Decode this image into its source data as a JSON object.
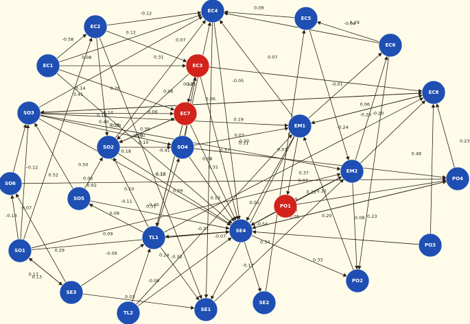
{
  "colors": {
    "background": "#fefce8",
    "node_default": "#1f4fb2",
    "node_highlight": "#d2231c",
    "edge": "#2b2118",
    "node_text": "#ffffff"
  },
  "nodes": [
    {
      "id": "EC4",
      "label": "EC4",
      "color": "blue"
    },
    {
      "id": "EC5",
      "label": "EC5",
      "color": "blue"
    },
    {
      "id": "EC2",
      "label": "EC2",
      "color": "blue"
    },
    {
      "id": "EC6",
      "label": "EC6",
      "color": "blue"
    },
    {
      "id": "EC1",
      "label": "EC1",
      "color": "blue"
    },
    {
      "id": "EC3",
      "label": "EC3",
      "color": "red"
    },
    {
      "id": "EC8",
      "label": "EC8",
      "color": "blue"
    },
    {
      "id": "EC7",
      "label": "EC7",
      "color": "red"
    },
    {
      "id": "SO3",
      "label": "SO3",
      "color": "blue"
    },
    {
      "id": "EM1",
      "label": "EM1",
      "color": "blue"
    },
    {
      "id": "SO2",
      "label": "SO2",
      "color": "blue"
    },
    {
      "id": "SO4",
      "label": "SO4",
      "color": "blue"
    },
    {
      "id": "EM2",
      "label": "EM2",
      "color": "blue"
    },
    {
      "id": "SO6",
      "label": "SO6",
      "color": "blue"
    },
    {
      "id": "PO4",
      "label": "PO4",
      "color": "blue"
    },
    {
      "id": "SO5",
      "label": "SO5",
      "color": "blue"
    },
    {
      "id": "PO1",
      "label": "PO1",
      "color": "red"
    },
    {
      "id": "SE4",
      "label": "SE4",
      "color": "blue"
    },
    {
      "id": "TL1",
      "label": "TL1",
      "color": "blue"
    },
    {
      "id": "SO1",
      "label": "SO1",
      "color": "blue"
    },
    {
      "id": "PO3",
      "label": "PO3",
      "color": "blue"
    },
    {
      "id": "PO2",
      "label": "PO2",
      "color": "blue"
    },
    {
      "id": "SE3",
      "label": "SE3",
      "color": "blue"
    },
    {
      "id": "SE2",
      "label": "SE2",
      "color": "blue"
    },
    {
      "id": "SE1",
      "label": "SE1",
      "color": "blue"
    },
    {
      "id": "TL2",
      "label": "TL2",
      "color": "blue"
    }
  ],
  "edges": [
    {
      "from": "EC2",
      "to": "EC4",
      "label": "-0.12"
    },
    {
      "from": "EC5",
      "to": "EC4",
      "label": "0.09"
    },
    {
      "from": "EC6",
      "to": "EC5",
      "label": "-0.04"
    },
    {
      "from": "EC1",
      "to": "EC2",
      "label": "-0.58"
    },
    {
      "from": "EC2",
      "to": "EC3",
      "label": "0.12"
    },
    {
      "from": "EC1",
      "to": "EC4",
      "label": "0.52"
    },
    {
      "from": "EC1",
      "to": "EC3",
      "label": "0.08"
    },
    {
      "from": "EC2",
      "to": "SO2",
      "label": "0.26"
    },
    {
      "from": "EC6",
      "to": "EC4",
      "label": "0.29"
    },
    {
      "from": "EC3",
      "to": "SE4",
      "label": "0.06"
    },
    {
      "from": "EC3",
      "to": "EC8",
      "label": "0.07"
    },
    {
      "from": "SO3",
      "to": "EC4",
      "label": "0.07"
    },
    {
      "from": "EM1",
      "to": "EC6",
      "label": "-0.01"
    },
    {
      "from": "EC8",
      "to": "SO3",
      "label": "0.10"
    },
    {
      "from": "EM1",
      "to": "EC4",
      "label": "-0.05"
    },
    {
      "from": "EC7",
      "to": "SE4",
      "label": "0.37"
    },
    {
      "from": "SO3",
      "to": "EC8",
      "label": "0.41"
    },
    {
      "from": "SO3",
      "to": "EC7",
      "label": "0.10"
    },
    {
      "from": "EC1",
      "to": "EC7",
      "label": "0.14"
    },
    {
      "from": "SO3",
      "to": "EM1",
      "label": "0.33"
    },
    {
      "from": "SO2",
      "to": "EC7",
      "label": "0.10"
    },
    {
      "from": "SO4",
      "to": "EC4",
      "label": "0.06"
    },
    {
      "from": "EC7",
      "to": "SO2",
      "label": "0.39"
    },
    {
      "from": "EC3",
      "to": "SO2",
      "label": "-0.06"
    },
    {
      "from": "SO2",
      "to": "SO4",
      "label": "0.10"
    },
    {
      "from": "SO4",
      "to": "EM1",
      "label": "0.03"
    },
    {
      "from": "EM1",
      "to": "EC8",
      "label": "0.06"
    },
    {
      "from": "SO4",
      "to": "EC3",
      "label": "0.1"
    },
    {
      "from": "EM2",
      "to": "EC8",
      "label": "-0.20"
    },
    {
      "from": "SO6",
      "to": "SO3",
      "label": "-0.12"
    },
    {
      "from": "SO6",
      "to": "PO4",
      "label": "0.06"
    },
    {
      "from": "EM2",
      "to": "EC6",
      "label": "-0.24"
    },
    {
      "from": "EC8",
      "to": "EM1",
      "label": "-0.26"
    },
    {
      "from": "EC5",
      "to": "EM2",
      "label": "0.20"
    },
    {
      "from": "EM1",
      "to": "PO1",
      "label": "0.22"
    },
    {
      "from": "PO1",
      "to": "SE4",
      "label": "-0.54"
    },
    {
      "from": "PO1",
      "to": "PO4",
      "label": "0.32"
    },
    {
      "from": "SO5",
      "to": "SO3",
      "label": "0.52"
    },
    {
      "from": "SO5",
      "to": "SO2",
      "label": "0.62"
    },
    {
      "from": "SO5",
      "to": "SE4",
      "label": "0.31"
    },
    {
      "from": "TL1",
      "to": "SO5",
      "label": "0.08"
    },
    {
      "from": "TL1",
      "to": "SO2",
      "label": "-0.11"
    },
    {
      "from": "TL1",
      "to": "SO4",
      "label": "-0.40"
    },
    {
      "from": "SO1",
      "to": "SE4",
      "label": "0.09"
    },
    {
      "from": "SO1",
      "to": "SO6",
      "label": "-0.13"
    },
    {
      "from": "SO1",
      "to": "SO3",
      "label": "-0.07"
    },
    {
      "from": "SO1",
      "to": "SE3",
      "label": "0.13"
    },
    {
      "from": "SE3",
      "to": "SO1",
      "label": "0.17"
    },
    {
      "from": "SE3",
      "to": "SO6",
      "label": "0.29"
    },
    {
      "from": "TL1",
      "to": "SE4",
      "label": "-0.31"
    },
    {
      "from": "SE4",
      "to": "TL1",
      "label": "-0.07"
    },
    {
      "from": "SE4",
      "to": "PO2",
      "label": "0.33"
    },
    {
      "from": "PO3",
      "to": "SE4",
      "label": "0.34"
    },
    {
      "from": "EM2",
      "to": "SE4",
      "label": "0.05"
    },
    {
      "from": "SE4",
      "to": "SE2",
      "label": "-0.17"
    },
    {
      "from": "TL2",
      "to": "TL1",
      "label": "-0.09"
    },
    {
      "from": "SE3",
      "to": "TL1",
      "label": "-0.09"
    },
    {
      "from": "TL2",
      "to": "SE4",
      "label": "-0.32"
    },
    {
      "from": "TL1",
      "to": "SE1",
      "label": "0.24"
    },
    {
      "from": "SE3",
      "to": "SE1",
      "label": "0.03"
    },
    {
      "from": "EM2",
      "to": "PO2",
      "label": "0.08"
    },
    {
      "from": "PO3",
      "to": "EC8",
      "label": "0.48"
    },
    {
      "from": "PO4",
      "to": "EC8",
      "label": "0.23"
    },
    {
      "from": "EC6",
      "to": "PO2",
      "label": "0.23"
    },
    {
      "from": "EC4",
      "to": "SE4",
      "label": "0.19"
    },
    {
      "from": "EC4",
      "to": "SE1",
      "label": "0.08"
    },
    {
      "from": "SO2",
      "to": "SE4",
      "label": "-0.10"
    },
    {
      "from": "SO3",
      "to": "SE4",
      "label": "0.18"
    },
    {
      "from": "EC7",
      "to": "TL1",
      "label": "0.13"
    },
    {
      "from": "EC3",
      "to": "TL1",
      "label": "-0.41"
    },
    {
      "from": "SO4",
      "to": "SE4",
      "label": "0.31"
    },
    {
      "from": "SO4",
      "to": "PO4",
      "label": "-0.30"
    },
    {
      "from": "EM1",
      "to": "SE4",
      "label": "0.07"
    },
    {
      "from": "EM1",
      "to": "SE1",
      "label": "0.05"
    },
    {
      "from": "PO1",
      "to": "EM2",
      "label": "0.07"
    },
    {
      "from": "SO1",
      "to": "EM2",
      "label": "0.10"
    },
    {
      "from": "SE1",
      "to": "EM2",
      "label": "0.13"
    },
    {
      "from": "TL2",
      "to": "EM1",
      "label": "0.59"
    },
    {
      "from": "SO2",
      "to": "EC4",
      "label": "0.31"
    },
    {
      "from": "EC2",
      "to": "SE1",
      "label": "-0.09"
    },
    {
      "from": "SE4",
      "to": "PO4",
      "label": "0.09"
    },
    {
      "from": "SO3",
      "to": "SO4",
      "label": "0.40"
    },
    {
      "from": "EC3",
      "to": "EC7",
      "label": "0.25"
    },
    {
      "from": "SO3",
      "to": "EM2",
      "label": "0.01"
    },
    {
      "from": "EC1",
      "to": "SE4",
      "label": "0.14"
    },
    {
      "from": "SE2",
      "to": "EC5",
      "label": "0.37"
    },
    {
      "from": "TL1",
      "to": "EC8",
      "label": "0.11"
    },
    {
      "from": "SO1",
      "to": "EC2",
      "label": "0.50"
    },
    {
      "from": "PO2",
      "to": "EM1",
      "label": "0.20"
    },
    {
      "from": "PO4",
      "to": "SE4",
      "label": "0.09"
    }
  ]
}
